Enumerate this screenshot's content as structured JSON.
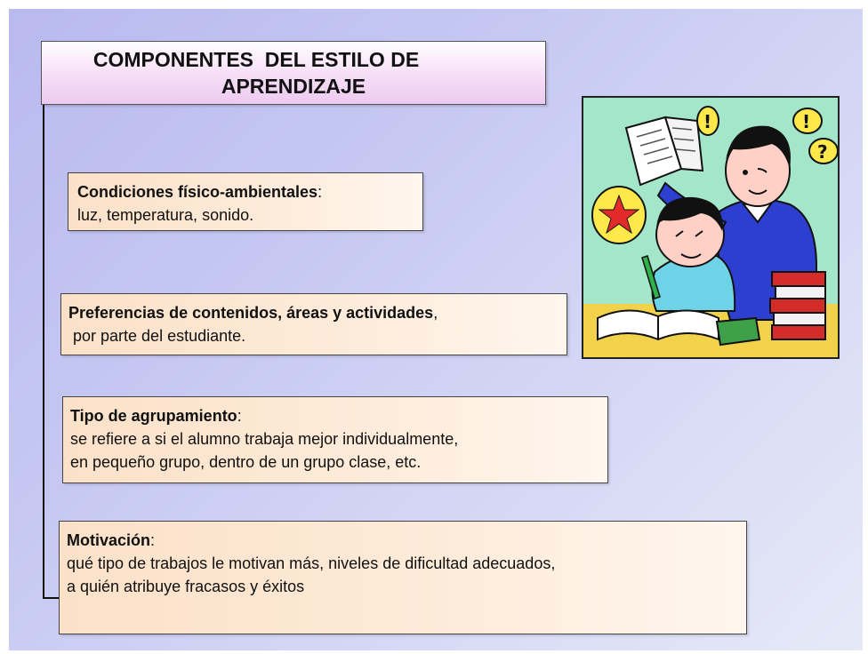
{
  "title": {
    "line1": "COMPONENTES  DEL ESTILO DE",
    "line2": "APRENDIZAJE"
  },
  "items": [
    {
      "heading": "Condiciones físico-ambientales",
      "separator": ":",
      "lines": [
        "luz, temperatura, sonido."
      ]
    },
    {
      "heading": "Preferencias de contenidos, áreas y actividades",
      "separator": ",",
      "lines": [
        " por parte del estudiante."
      ]
    },
    {
      "heading": "Tipo de agrupamiento",
      "separator": ":",
      "lines": [
        "se refiere a si el alumno trabaja mejor individualmente,",
        "en pequeño grupo, dentro de un grupo clase, etc."
      ]
    },
    {
      "heading": "Motivación",
      "separator": ":",
      "lines": [
        "qué tipo de trabajos le motivan más, niveles de dificultad adecuados,",
        "a quién atribuye fracasos y éxitos"
      ]
    }
  ],
  "illustration": {
    "icon": "students-studying-clipart",
    "bubble_marks": [
      "!",
      "!",
      "?"
    ]
  }
}
